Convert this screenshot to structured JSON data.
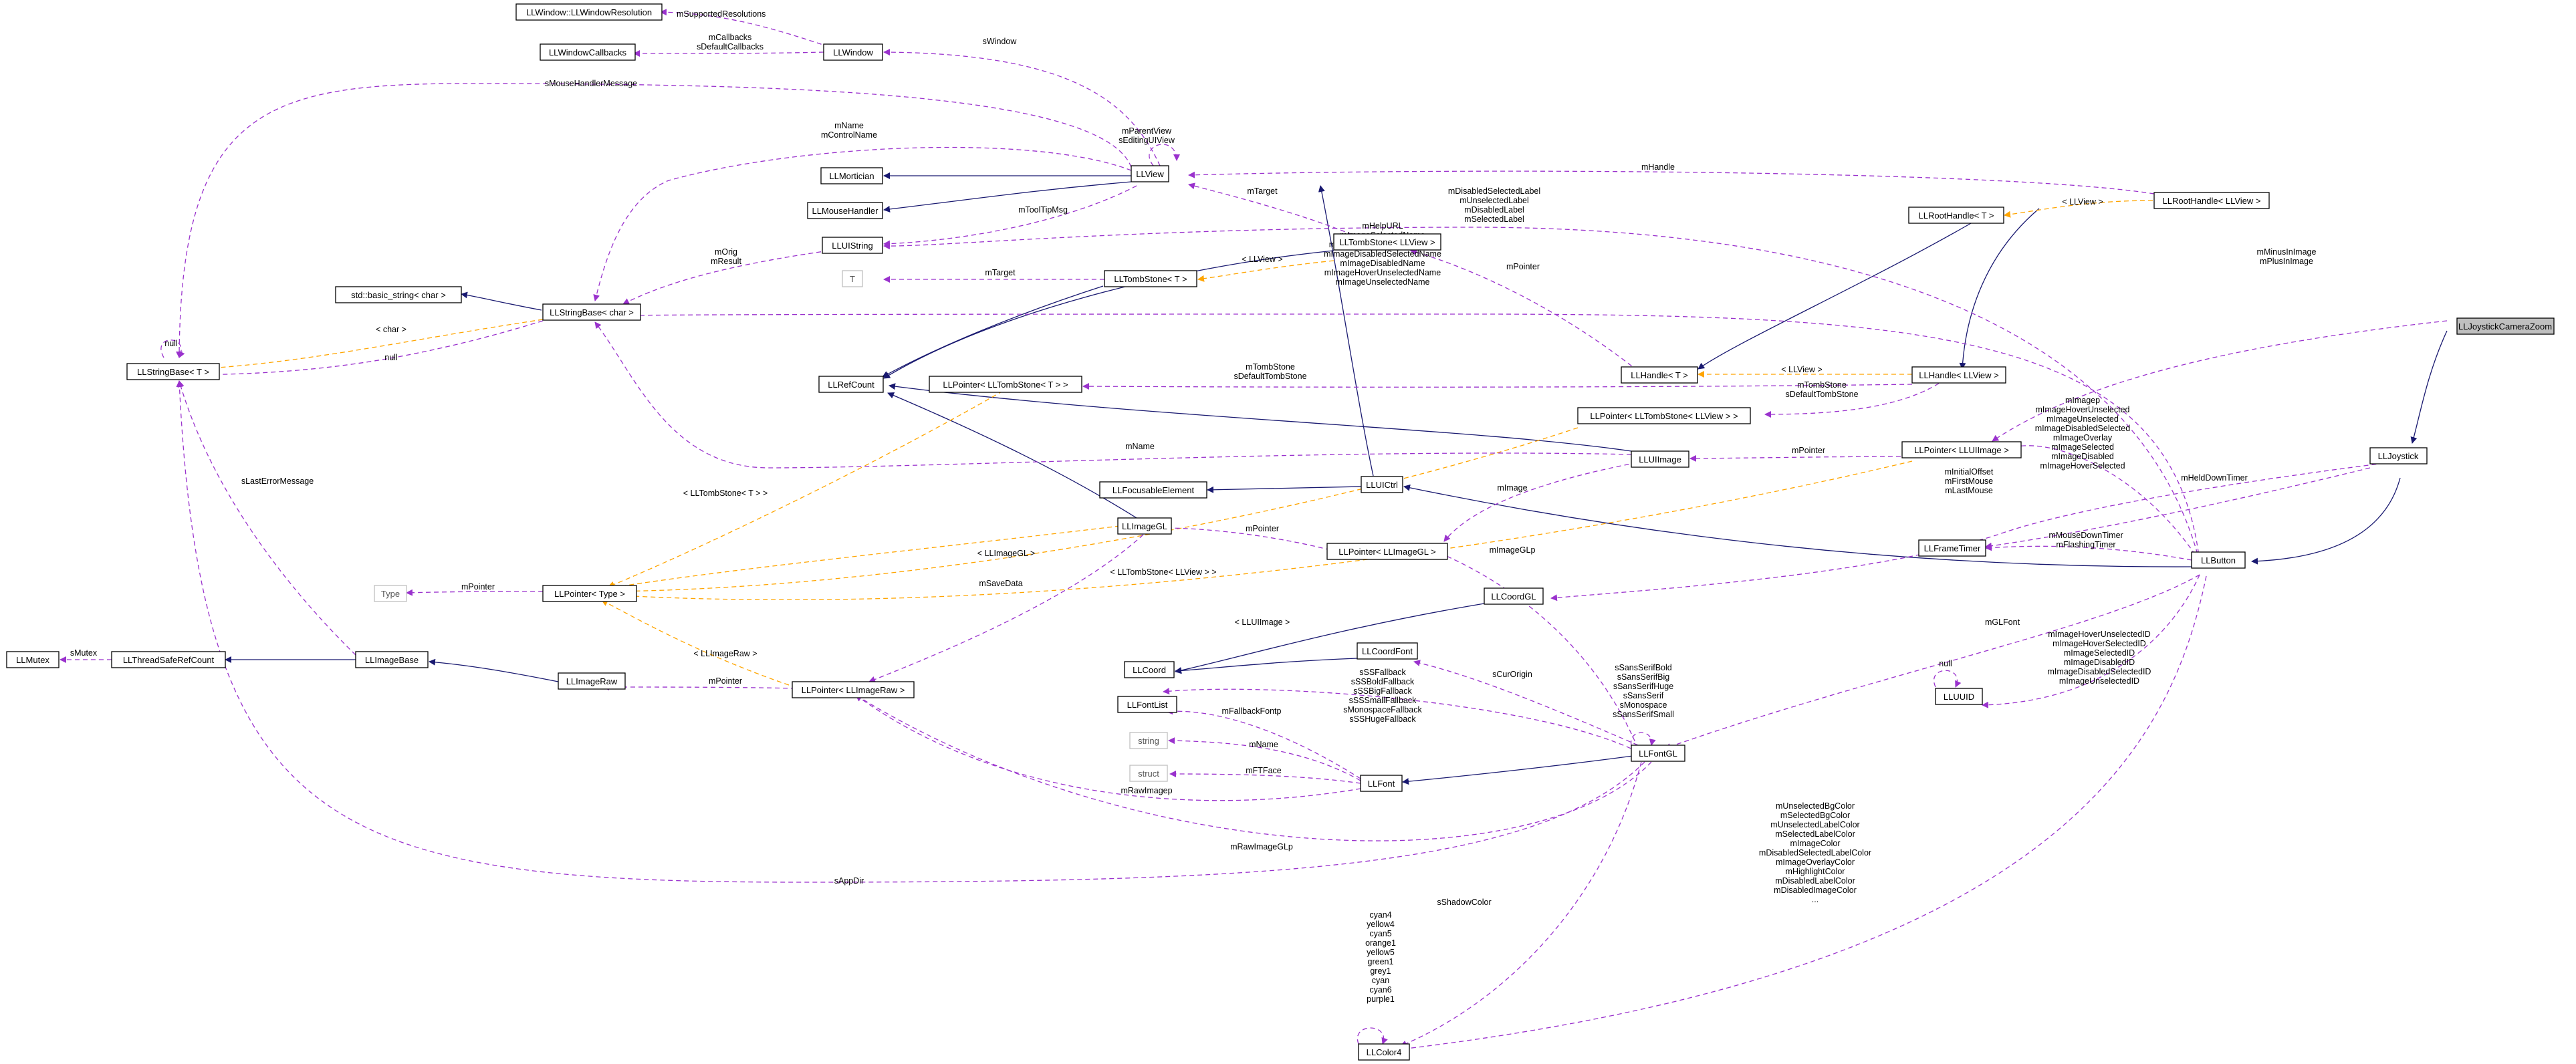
{
  "diagram": {
    "nodes": {
      "LLJoystickCameraZoom": "LLJoystickCameraZoom",
      "LLJoystick": "LLJoystick",
      "LLButton": "LLButton",
      "LLUICtrl": "LLUICtrl",
      "LLView": "LLView",
      "LLWindow": "LLWindow",
      "LLWindowLLWindowResolution": "LLWindow::LLWindowResolution",
      "LLWindowCallbacks": "LLWindowCallbacks",
      "LLMortician": "LLMortician",
      "LLMouseHandler": "LLMouseHandler",
      "LLUIString": "LLUIString",
      "LLTombStoneT": "LLTombStone< T >",
      "LLTombStoneLLView": "LLTombStone< LLView >",
      "T": "T",
      "stdBasicString": "std::basic_string< char >",
      "LLStringBaseChar": "LLStringBase< char >",
      "LLStringBaseT": "LLStringBase< T >",
      "LLRefCount": "LLRefCount",
      "LLPointerTombStoneT": "LLPointer< LLTombStone< T > >",
      "LLFocusableElement": "LLFocusableElement",
      "LLImageGL": "LLImageGL",
      "LLPointerImageGL": "LLPointer< LLImageGL >",
      "LLUIImage": "LLUIImage",
      "LLPointerTombStoneLLView": "LLPointer< LLTombStone< LLView > >",
      "LLRootHandleT": "LLRootHandle< T >",
      "LLRootHandleLLView": "LLRootHandle< LLView >",
      "LLHandleT": "LLHandle< T >",
      "LLHandleLLView": "LLHandle< LLView >",
      "LLPointerUIImage": "LLPointer< LLUIImage >",
      "LLFrameTimer": "LLFrameTimer",
      "Type": "Type",
      "LLPointerType": "LLPointer< Type >",
      "LLCoordGL": "LLCoordGL",
      "LLCoord": "LLCoord",
      "LLCoordFont": "LLCoordFont",
      "LLMutex": "LLMutex",
      "LLThreadSafeRefCount": "LLThreadSafeRefCount",
      "LLImageBase": "LLImageBase",
      "LLImageRaw": "LLImageRaw",
      "LLPointerImageRaw": "LLPointer< LLImageRaw >",
      "LLFontList": "LLFontList",
      "string": "string",
      "struct": "struct",
      "LLFont": "LLFont",
      "LLFontGL": "LLFontGL",
      "LLUUID": "LLUUID",
      "LLColor4": "LLColor4"
    },
    "edge_labels": {
      "mSupportedResolutions": "mSupportedResolutions",
      "mCallbacks": "mCallbacks",
      "sDefaultCallbacks": "sDefaultCallbacks",
      "sWindow": "sWindow",
      "sMouseHandlerMessage": "sMouseHandlerMessage",
      "mParentView": "mParentView",
      "sEditingUIView": "sEditingUIView",
      "mName": "mName",
      "mControlName": "mControlName",
      "mHandle": "mHandle",
      "mToolTipMsg": "mToolTipMsg",
      "mTarget": "mTarget",
      "mDisabledSelectedLabel": "mDisabledSelectedLabel",
      "mUnselectedLabel": "mUnselectedLabel",
      "mDisabledLabel": "mDisabledLabel",
      "mSelectedLabel": "mSelectedLabel",
      "tplLLView": "< LLView >",
      "mOrig": "mOrig",
      "mResult": "mResult",
      "mTarget2": "mTarget",
      "mHelpURL": "mHelpURL",
      "mImageSelectedName": "mImageSelectedName",
      "mImageHoverSelectedName": "mImageHoverSelectedName",
      "mImageDisabledSelectedName": "mImageDisabledSelectedName",
      "mImageDisabledName": "mImageDisabledName",
      "mImageHoverUnselectedName": "mImageHoverUnselectedName",
      "mImageUnselectedName": "mImageUnselectedName",
      "mPointer": "mPointer",
      "mMinusInImage": "mMinusInImage",
      "mPlusInImage": "mPlusInImage",
      "tplChar": "< char >",
      "null": "null",
      "mTombStone": "mTombStone",
      "sDefaultTombStone": "sDefaultTombStone",
      "tplLLView2": "< LLView >",
      "mTombStone2": "mTombStone",
      "sDefaultTombStone2": "sDefaultTombStone",
      "mImagep": "mImagep",
      "mImageHoverUnselected": "mImageHoverUnselected",
      "mImageUnselected": "mImageUnselected",
      "mImageDisabledSelected": "mImageDisabledSelected",
      "mImageOverlay": "mImageOverlay",
      "mImageSelected": "mImageSelected",
      "mImageDisabled": "mImageDisabled",
      "mImageHoverSelected": "mImageHoverSelected",
      "mName2": "mName",
      "mPointer2": "mPointer",
      "mInitialOffset": "mInitialOffset",
      "mFirstMouse": "mFirstMouse",
      "mLastMouse": "mLastMouse",
      "mHeldDownTimer": "mHeldDownTimer",
      "sLastErrorMessage": "sLastErrorMessage",
      "mImage": "mImage",
      "tplTombStoneT": "< LLTombStone< T > >",
      "mPointer3": "mPointer",
      "mMouseDownTimer": "mMouseDownTimer",
      "mFlashingTimer": "mFlashingTimer",
      "tplLLImageGL": "< LLImageGL >",
      "tplTombStoneLLView": "< LLTombStone< LLView > >",
      "mImageGLp": "mImageGLp",
      "mPointer4": "mPointer",
      "mSaveData": "mSaveData",
      "tplLLUIImage": "< LLUIImage >",
      "mGLFont": "mGLFont",
      "sMutex": "sMutex",
      "tplLLImageRaw": "< LLImageRaw >",
      "mPointer5": "mPointer",
      "mImageHoverUnselectedID": "mImageHoverUnselectedID",
      "mImageHoverSelectedID": "mImageHoverSelectedID",
      "mImageSelectedID": "mImageSelectedID",
      "mImageDisabledID": "mImageDisabledID",
      "mImageDisabledSelectedID": "mImageDisabledSelectedID",
      "mImageUnselectedID": "mImageUnselectedID",
      "null2": "null",
      "sCurOrigin": "sCurOrigin",
      "sSSFallback": "sSSFallback",
      "sSSBoldFallback": "sSSBoldFallback",
      "sSSBigFallback": "sSSBigFallback",
      "sSSSmallFallback": "sSSSmallFallback",
      "sMonospaceFallback": "sMonospaceFallback",
      "sSSHugeFallback": "sSSHugeFallback",
      "sSansSerifBold": "sSansSerifBold",
      "sSansSerifBig": "sSansSerifBig",
      "sSansSerifHuge": "sSansSerifHuge",
      "sSansSerif": "sSansSerif",
      "sMonospace": "sMonospace",
      "sSansSerifSmall": "sSansSerifSmall",
      "mFallbackFontp": "mFallbackFontp",
      "mName3": "mName",
      "mFTFace": "mFTFace",
      "mRawImagep": "mRawImagep",
      "mRawImageGLp": "mRawImageGLp",
      "sAppDir": "sAppDir",
      "mUnselectedBgColor": "mUnselectedBgColor",
      "mSelectedBgColor": "mSelectedBgColor",
      "mUnselectedLabelColor": "mUnselectedLabelColor",
      "mSelectedLabelColor": "mSelectedLabelColor",
      "mImageColor": "mImageColor",
      "mDisabledSelectedLabelColor": "mDisabledSelectedLabelColor",
      "mImageOverlayColor": "mImageOverlayColor",
      "mHighlightColor": "mHighlightColor",
      "mDisabledLabelColor": "mDisabledLabelColor",
      "mDisabledImageColor": "mDisabledImageColor",
      "ellipsis": "...",
      "sShadowColor": "sShadowColor",
      "cyan4": "cyan4",
      "yellow4": "yellow4",
      "cyan5": "cyan5",
      "orange1": "orange1",
      "yellow5": "yellow5",
      "green1": "green1",
      "grey1": "grey1",
      "cyan": "cyan",
      "cyan6": "cyan6",
      "purple1": "purple1"
    },
    "colors": {
      "inheritance": "#191970",
      "usage": "#9a32cd",
      "template": "#ffa500",
      "focus_fill": "#bfbfbf"
    }
  }
}
